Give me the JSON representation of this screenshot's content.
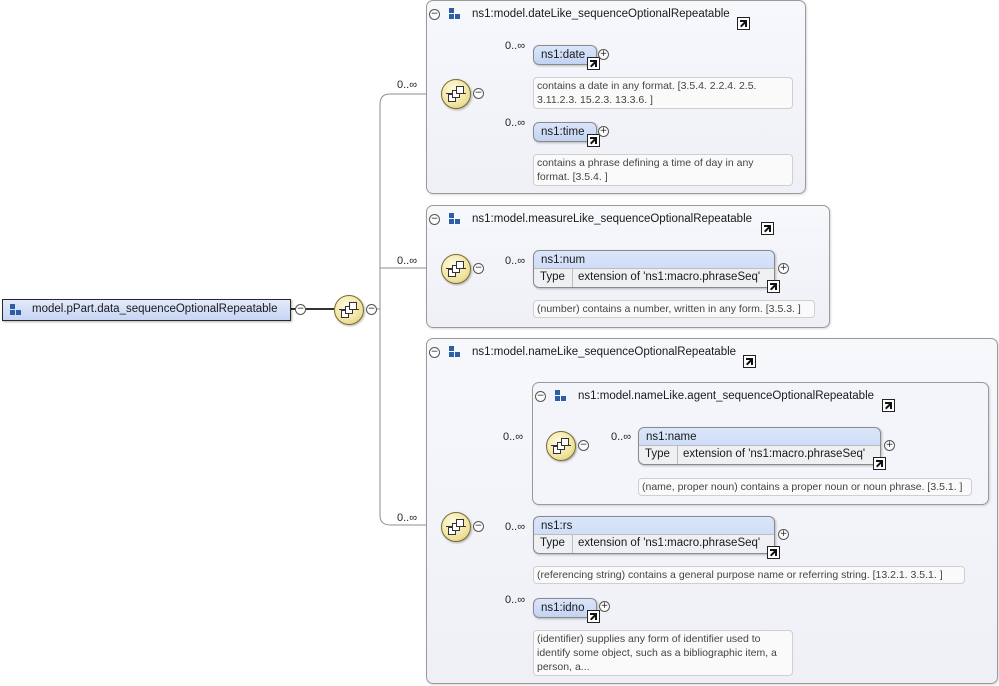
{
  "root": {
    "label": "model.pPart.data_sequenceOptionalRepeatable"
  },
  "cardinality": "0..∞",
  "groups": {
    "date_like": {
      "title": "ns1:model.dateLike_sequenceOptionalRepeatable",
      "date": {
        "name": "ns1:date",
        "doc": "contains a date in any format. [3.5.4. 2.2.4. 2.5. 3.11.2.3. 15.2.3. 13.3.6. ]"
      },
      "time": {
        "name": "ns1:time",
        "doc": "contains a phrase defining a time of day in any format. [3.5.4. ]"
      }
    },
    "measure_like": {
      "title": "ns1:model.measureLike_sequenceOptionalRepeatable",
      "num": {
        "name": "ns1:num",
        "type_label": "Type",
        "type_value": "extension of 'ns1:macro.phraseSeq'",
        "doc": "(number) contains a number, written in any form. [3.5.3. ]"
      }
    },
    "name_like": {
      "title": "ns1:model.nameLike_sequenceOptionalRepeatable",
      "agent": {
        "title": "ns1:model.nameLike.agent_sequenceOptionalRepeatable",
        "name": {
          "name": "ns1:name",
          "type_label": "Type",
          "type_value": "extension of 'ns1:macro.phraseSeq'",
          "doc": "(name, proper noun) contains a proper noun or noun phrase. [3.5.1. ]"
        }
      },
      "rs": {
        "name": "ns1:rs",
        "type_label": "Type",
        "type_value": "extension of 'ns1:macro.phraseSeq'",
        "doc": "(referencing string) contains a general purpose name or referring string. [13.2.1. 3.5.1. ]"
      },
      "idno": {
        "name": "ns1:idno",
        "doc": "(identifier) supplies any form of identifier used to identify some object, such as a bibliographic item, a person, a..."
      }
    }
  }
}
